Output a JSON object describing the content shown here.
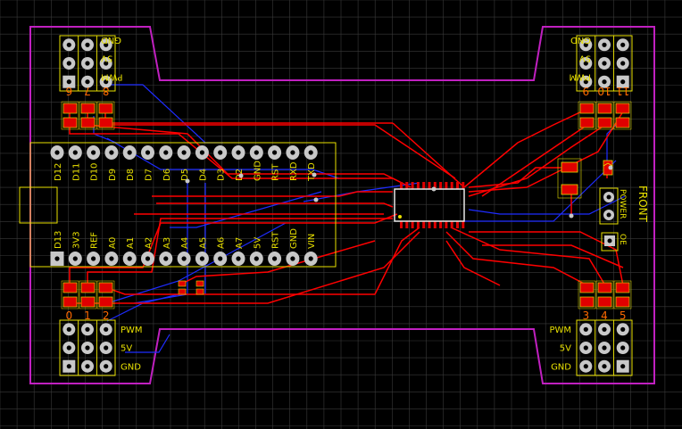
{
  "board": {
    "front_label": "FRONT",
    "power_label": "POWER",
    "oe_label": "OE"
  },
  "headers": {
    "top_left": {
      "rows": [
        "GND",
        "5V",
        "PWM"
      ],
      "numbers": [
        "6",
        "7",
        "8"
      ]
    },
    "top_right": {
      "rows": [
        "GND",
        "5V",
        "PWM"
      ],
      "numbers": [
        "9",
        "10",
        "11"
      ]
    },
    "bottom_left": {
      "rows": [
        "PWM",
        "5V",
        "GND"
      ],
      "numbers": [
        "0",
        "1",
        "2"
      ]
    },
    "bottom_right": {
      "rows": [
        "PWM",
        "5V",
        "GND"
      ],
      "numbers": [
        "3",
        "4",
        "5"
      ]
    }
  },
  "nano": {
    "top_pins": [
      "D12",
      "D11",
      "D10",
      "D9",
      "D8",
      "D7",
      "D6",
      "D5",
      "D4",
      "D3",
      "D2",
      "GND",
      "RST",
      "RXD",
      "TXD"
    ],
    "bottom_pins": [
      "D13",
      "3V3",
      "REF",
      "A0",
      "A1",
      "A2",
      "A3",
      "A4",
      "A5",
      "A6",
      "A7",
      "5V",
      "RST",
      "GND",
      "VIN"
    ]
  },
  "colors": {
    "background": "#000000",
    "grid": "#3a3a3a",
    "outline": "#c020c0",
    "top_copper": "#ff0000",
    "bottom_copper": "#1e2cff",
    "silkscreen": "#e8e000",
    "pad": "#c8c8c8",
    "smd_pad": "#e00000",
    "number": "#ff6a00"
  }
}
